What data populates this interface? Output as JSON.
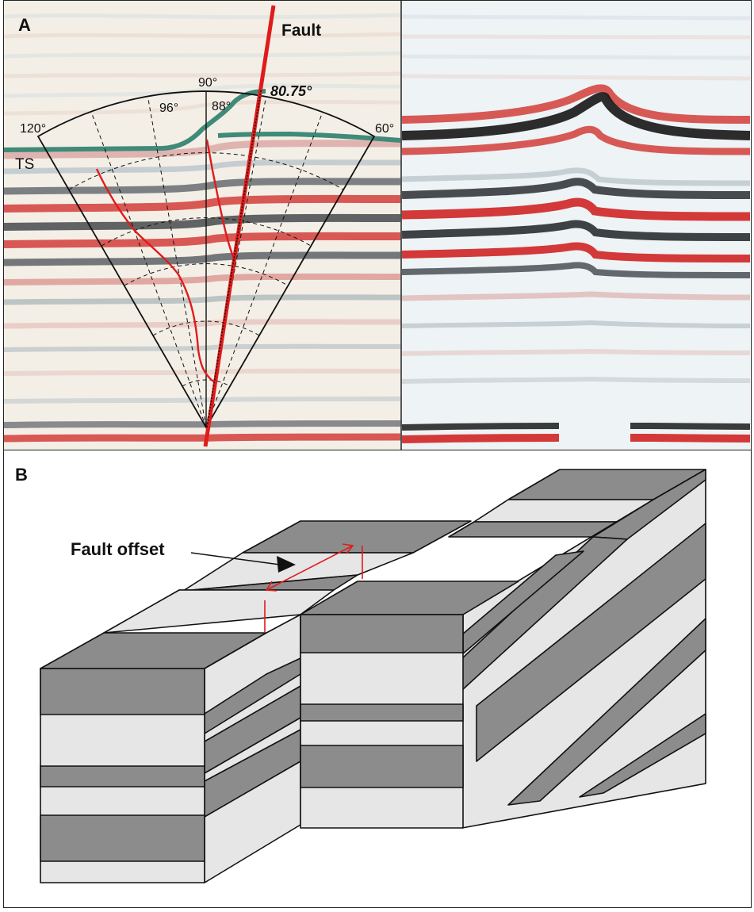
{
  "panel_a": {
    "label": "A",
    "fault_label": "Fault",
    "fault_angle": "80.75°",
    "horizon_label": "TS",
    "angle_labels": {
      "a120": "120°",
      "a96": "96°",
      "a90": "90°",
      "a88": "88°",
      "a60": "60°"
    },
    "colors": {
      "fault": "#e01b1b",
      "horizon": "#3f8a78",
      "peak": "#d42a2a",
      "trough": "#2a2a2a",
      "background": "#eef3f1"
    }
  },
  "panel_b": {
    "label": "B",
    "annotation": "Fault offset",
    "colors": {
      "dark_layer": "#8c8c8c",
      "light_layer": "#e6e6e6",
      "offset_marker": "#e01b1b"
    }
  }
}
